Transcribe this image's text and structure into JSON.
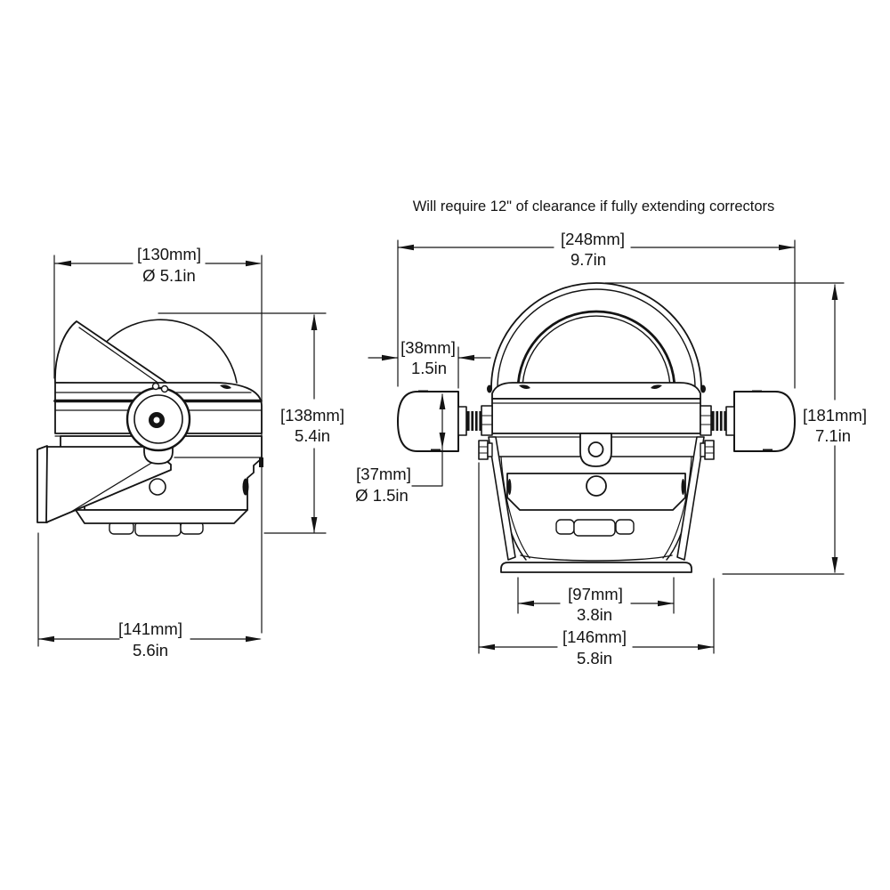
{
  "title": "Will require 12\" of clearance if fully extending correctors",
  "colors": {
    "line": "#141414",
    "background": "#ffffff"
  },
  "side_view": {
    "dim_diameter": {
      "mm": "[130mm]",
      "inch": "Ø 5.1in"
    },
    "dim_height": {
      "mm": "[138mm]",
      "inch": "5.4in"
    },
    "dim_base_width": {
      "mm": "[141mm]",
      "inch": "5.6in"
    }
  },
  "front_view": {
    "dim_overall_width": {
      "mm": "[248mm]",
      "inch": "9.7in"
    },
    "dim_corrector_length": {
      "mm": "[38mm]",
      "inch": "1.5in"
    },
    "dim_corrector_diameter": {
      "mm": "[37mm]",
      "inch": "Ø 1.5in"
    },
    "dim_overall_height": {
      "mm": "[181mm]",
      "inch": "7.1in"
    },
    "dim_base_inner_width": {
      "mm": "[97mm]",
      "inch": "3.8in"
    },
    "dim_bracket_width": {
      "mm": "[146mm]",
      "inch": "5.8in"
    }
  }
}
